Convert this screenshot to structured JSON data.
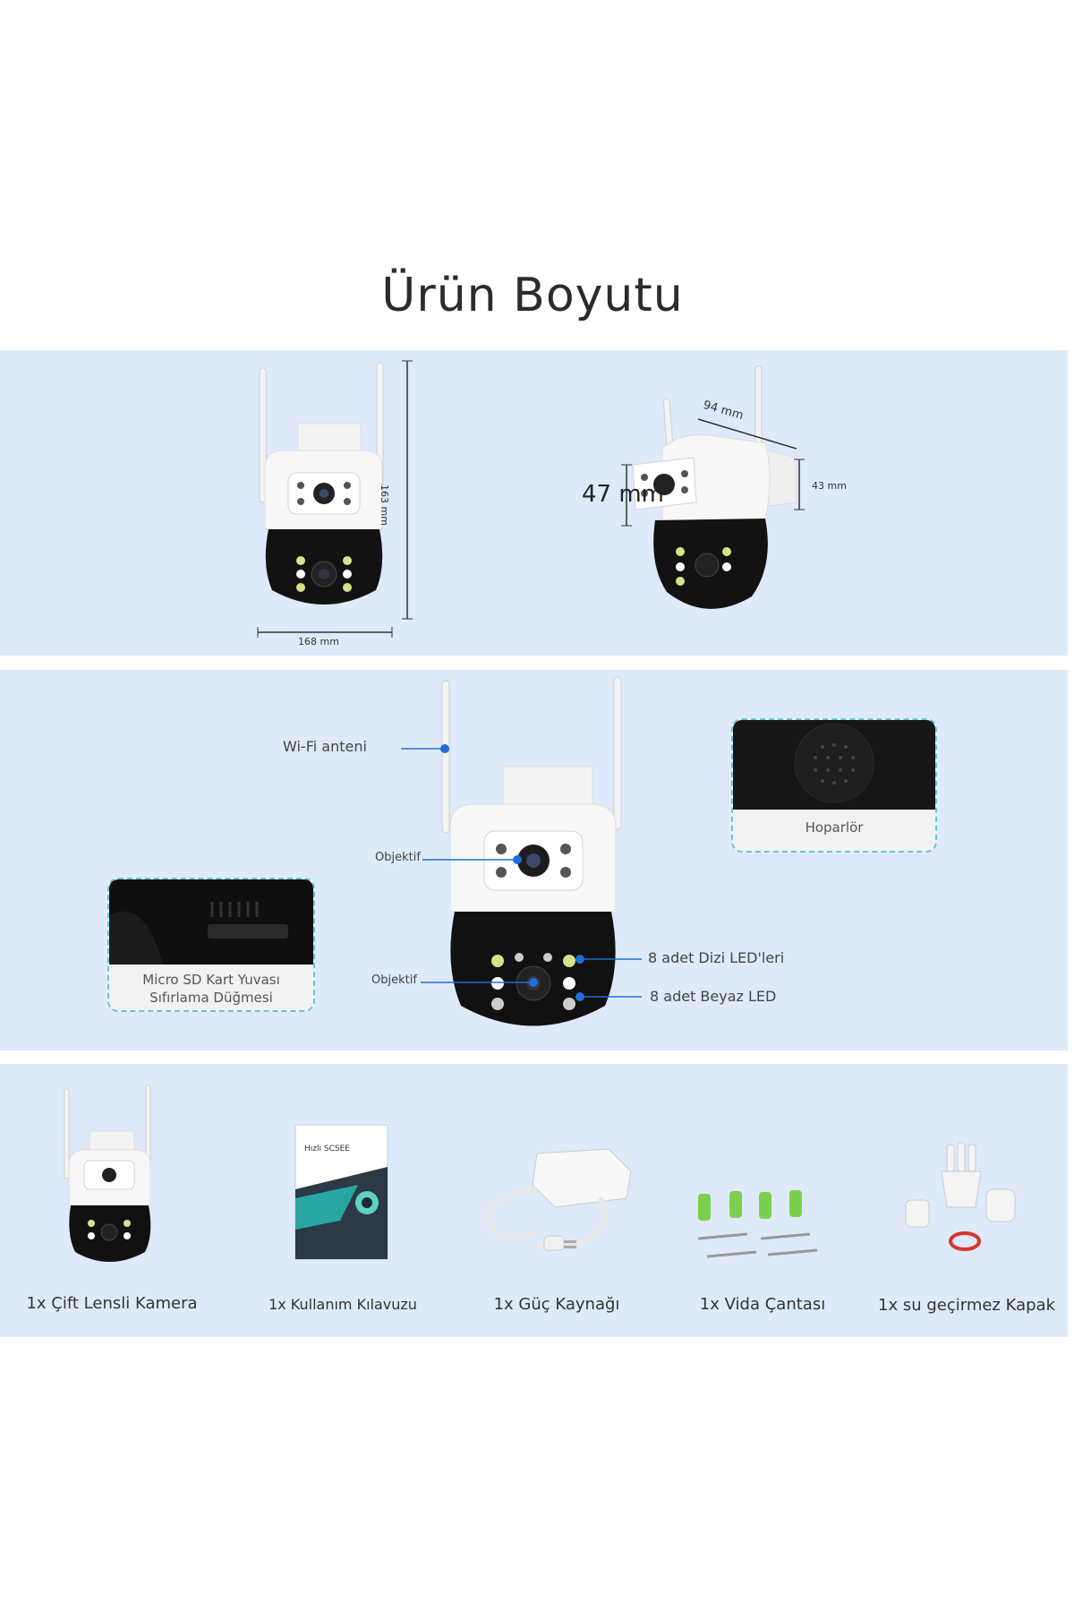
{
  "title": "Ürün Boyutu",
  "dimensions": {
    "height": "163 mm",
    "width": "168 mm",
    "depth": "94 mm",
    "front_height": "47 mm",
    "side_height": "43 mm"
  },
  "features": {
    "wifi": "Wi-Fi anteni",
    "lens_top": "Objektif",
    "lens_bottom": "Objektif",
    "speaker": "Hoparlör",
    "sd_line1": "Micro SD Kart Yuvası",
    "sd_line2": "Sıfırlama Düğmesi",
    "led_array": "8 adet Dizi LED'leri",
    "led_white": "8 adet Beyaz LED"
  },
  "manual_cover_text": "Hızlı SCSEE",
  "accessories": [
    {
      "label": "1x Çift Lensli Kamera",
      "icon": "camera-icon"
    },
    {
      "label": "1x Kullanım Kılavuzu",
      "icon": "manual-icon"
    },
    {
      "label": "1x Güç Kaynağı",
      "icon": "power-adapter-icon"
    },
    {
      "label": "1x Vida Çantası",
      "icon": "screw-bag-icon"
    },
    {
      "label": "1x su geçirmez Kapak",
      "icon": "waterproof-cap-icon"
    }
  ],
  "colors": {
    "panel_bg": "#deeafa",
    "callout_blue": "#1f6fd6",
    "inset_border": "#5fc8d6"
  }
}
